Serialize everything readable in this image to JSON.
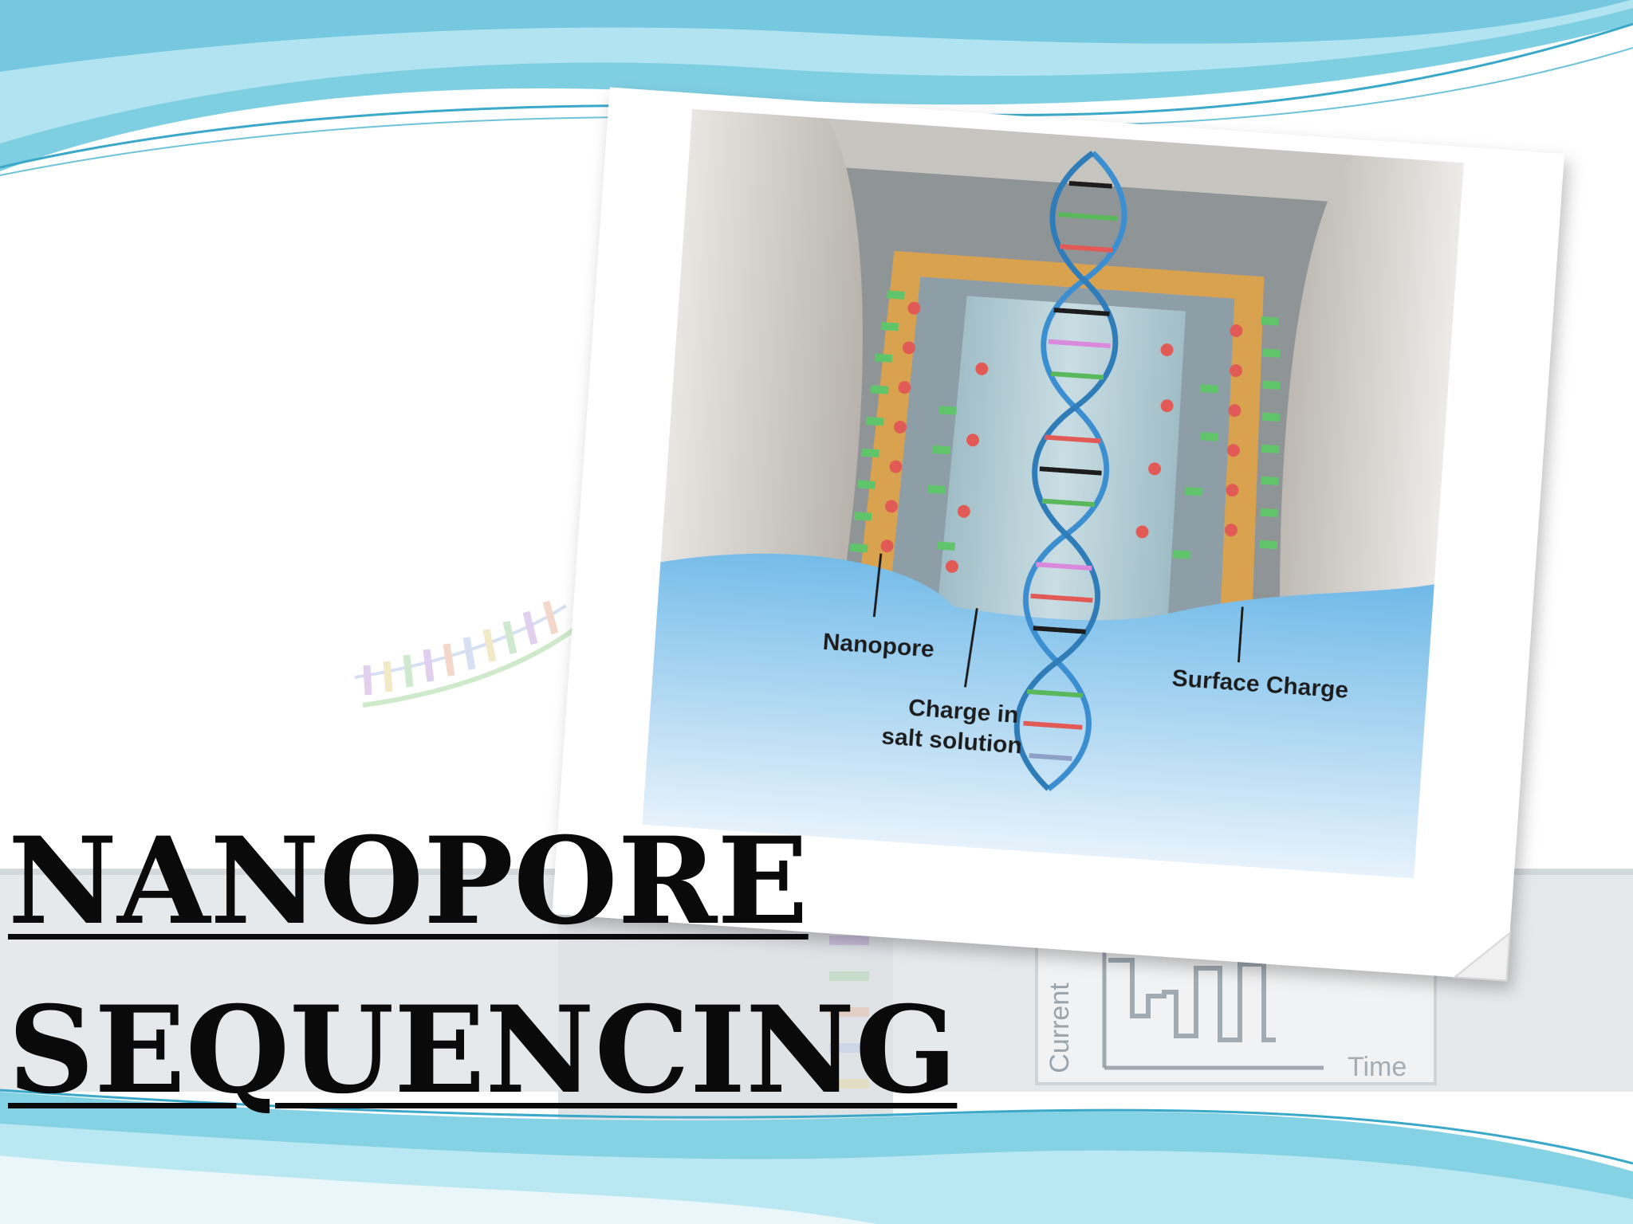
{
  "slide": {
    "title_line1": "NANOPORE",
    "title_line2": "SEQUENCING"
  },
  "figure": {
    "label_nanopore": "Nanopore",
    "label_surface_charge": "Surface Charge",
    "label_charge_line1": "Charge in",
    "label_charge_line2": "salt solution"
  },
  "background_graph": {
    "ylabel": "Current",
    "xlabel": "Time"
  },
  "colors": {
    "wave_dark": "#5ec4dc",
    "wave_light": "#9fdcec",
    "solution_blue": "#86c6ea",
    "surface_orange": "#d9a24f",
    "charge_green": "#5fc46a",
    "charge_red": "#e25a54",
    "title": "#0a0a0a"
  }
}
